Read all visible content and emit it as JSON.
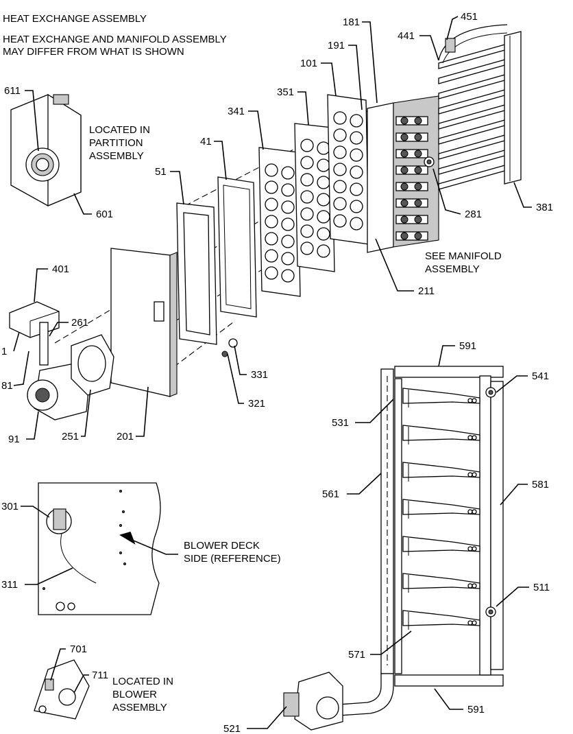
{
  "header": {
    "title": "HEAT EXCHANGE ASSEMBLY",
    "note_line1": "HEAT EXCHANGE AND MANIFOLD ASSEMBLY",
    "note_line2": "MAY DIFFER FROM WHAT IS SHOWN"
  },
  "notes": {
    "partition_1": "LOCATED IN",
    "partition_2": "PARTITION",
    "partition_3": "ASSEMBLY",
    "manifold_1": "SEE MANIFOLD",
    "manifold_2": "ASSEMBLY",
    "deck_1": "BLOWER DECK",
    "deck_2": "SIDE (REFERENCE)",
    "blower_1": "LOCATED IN",
    "blower_2": "BLOWER",
    "blower_3": "ASSEMBLY"
  },
  "callouts": {
    "c181": "181",
    "c451": "451",
    "c441": "441",
    "c191": "191",
    "c101": "101",
    "c611": "611",
    "c351": "351",
    "c341": "341",
    "c41": "41",
    "c51": "51",
    "c601": "601",
    "c281": "281",
    "c381": "381",
    "c401": "401",
    "c261": "261",
    "c1": "1",
    "c81": "81",
    "c211": "211",
    "c91": "91",
    "c251": "251",
    "c201": "201",
    "c331": "331",
    "c321": "321",
    "c591a": "591",
    "c541": "541",
    "c531": "531",
    "c561": "561",
    "c581": "581",
    "c301": "301",
    "c311": "311",
    "c511": "511",
    "c571": "571",
    "c701": "701",
    "c711": "711",
    "c521": "521",
    "c591b": "591"
  }
}
